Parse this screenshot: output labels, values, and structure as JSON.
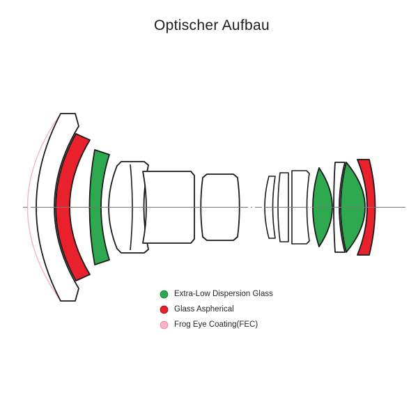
{
  "title": "Optischer Aufbau",
  "legend": {
    "items": [
      {
        "id": "ed-glass",
        "label": "Extra-Low Dispersion Glass",
        "color": "#2fa94f"
      },
      {
        "id": "glass-aspherical",
        "label": "Glass Aspherical",
        "color": "#e8212d"
      },
      {
        "id": "frog-eye-coating",
        "label": "Frog Eye Coating(FEC)",
        "color": "#f8b7c9"
      }
    ]
  },
  "diagram": {
    "name": "lens-optical-construction-cross-section",
    "glass_fill": "#ffffff",
    "outline_color": "#1a1a1a",
    "axis_color": "#787878",
    "materials": {
      "ed_glass": "#2fa94f",
      "aspherical": "#e8212d",
      "fec_coating": "#f8b7c9"
    },
    "elements": [
      {
        "id": "front-coating",
        "material": "fec_coating"
      },
      {
        "id": "element-1",
        "material": "standard"
      },
      {
        "id": "element-2",
        "material": "aspherical"
      },
      {
        "id": "element-3",
        "material": "ed_glass"
      },
      {
        "id": "element-4-5-doublet",
        "material": "standard"
      },
      {
        "id": "element-6",
        "material": "standard"
      },
      {
        "id": "element-7",
        "material": "standard"
      },
      {
        "id": "element-8",
        "material": "standard"
      },
      {
        "id": "element-9",
        "material": "standard"
      },
      {
        "id": "element-10",
        "material": "standard"
      },
      {
        "id": "element-11",
        "material": "ed_glass"
      },
      {
        "id": "element-12",
        "material": "standard"
      },
      {
        "id": "element-13",
        "material": "ed_glass"
      },
      {
        "id": "element-14",
        "material": "aspherical"
      }
    ]
  }
}
